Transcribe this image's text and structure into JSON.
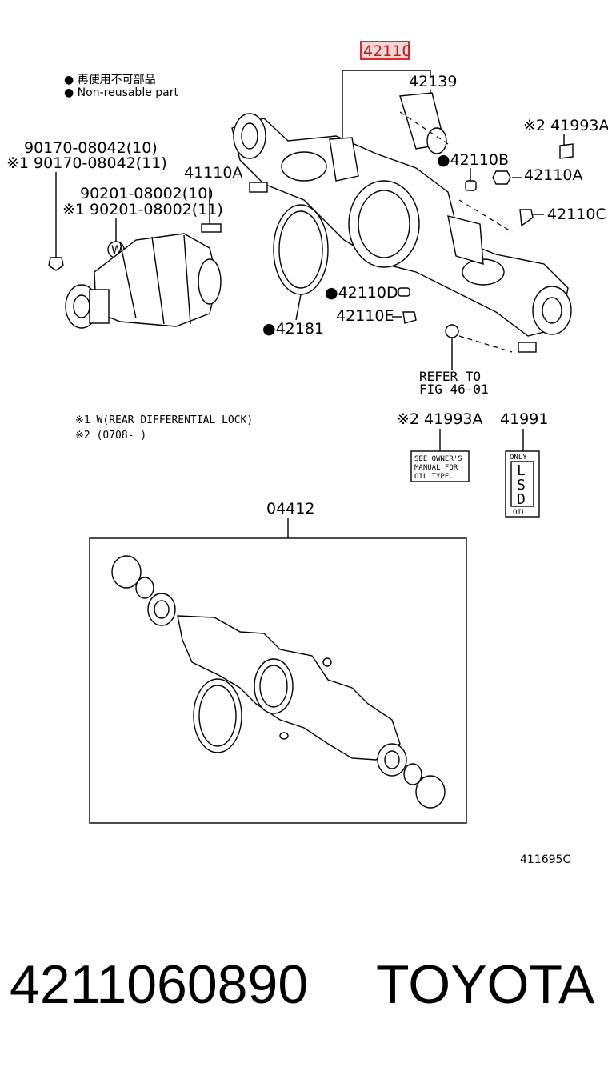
{
  "legend": {
    "line1": "● 再使用不可部品",
    "line2": "● Non-reusable part"
  },
  "notes": {
    "note1": "※1 W(REAR DIFFERENTIAL LOCK)",
    "note2": "※2 (0708-    )"
  },
  "labels": {
    "main": "42110",
    "p42139": "42139",
    "p41993A_top": "※2 41993A",
    "p42110B": "●42110B",
    "p42110A_right": "42110A",
    "p42110C": "42110C",
    "p41110A": "41110A",
    "p90170_a": "90170-08042(10)",
    "p90170_b": "※1 90170-08042(11)",
    "p90201_a": "90201-08002(10)",
    "p90201_b": "※1 90201-08002(11)",
    "w_mark": "W",
    "p42110D": "●42110D",
    "p42110E": "42110E",
    "p42181": "●42181",
    "refer1": "REFER TO",
    "refer2": "FIG  46-01",
    "p41993A_mid": "※2 41993A",
    "p41991": "41991",
    "p04412": "04412",
    "figure_id": "411695C"
  },
  "sticker_41993A": [
    "SEE OWNER'S",
    "MANUAL FOR",
    "OIL TYPE."
  ],
  "sticker_41991": {
    "top": "ONLY",
    "letters": [
      "L",
      "S",
      "D"
    ],
    "bottom": "OIL"
  },
  "footer": {
    "part_number": "4211060890",
    "brand": "TOYOTA"
  },
  "colors": {
    "highlight": "#d32f2f",
    "highlight_fill": "#f4d4d4"
  }
}
